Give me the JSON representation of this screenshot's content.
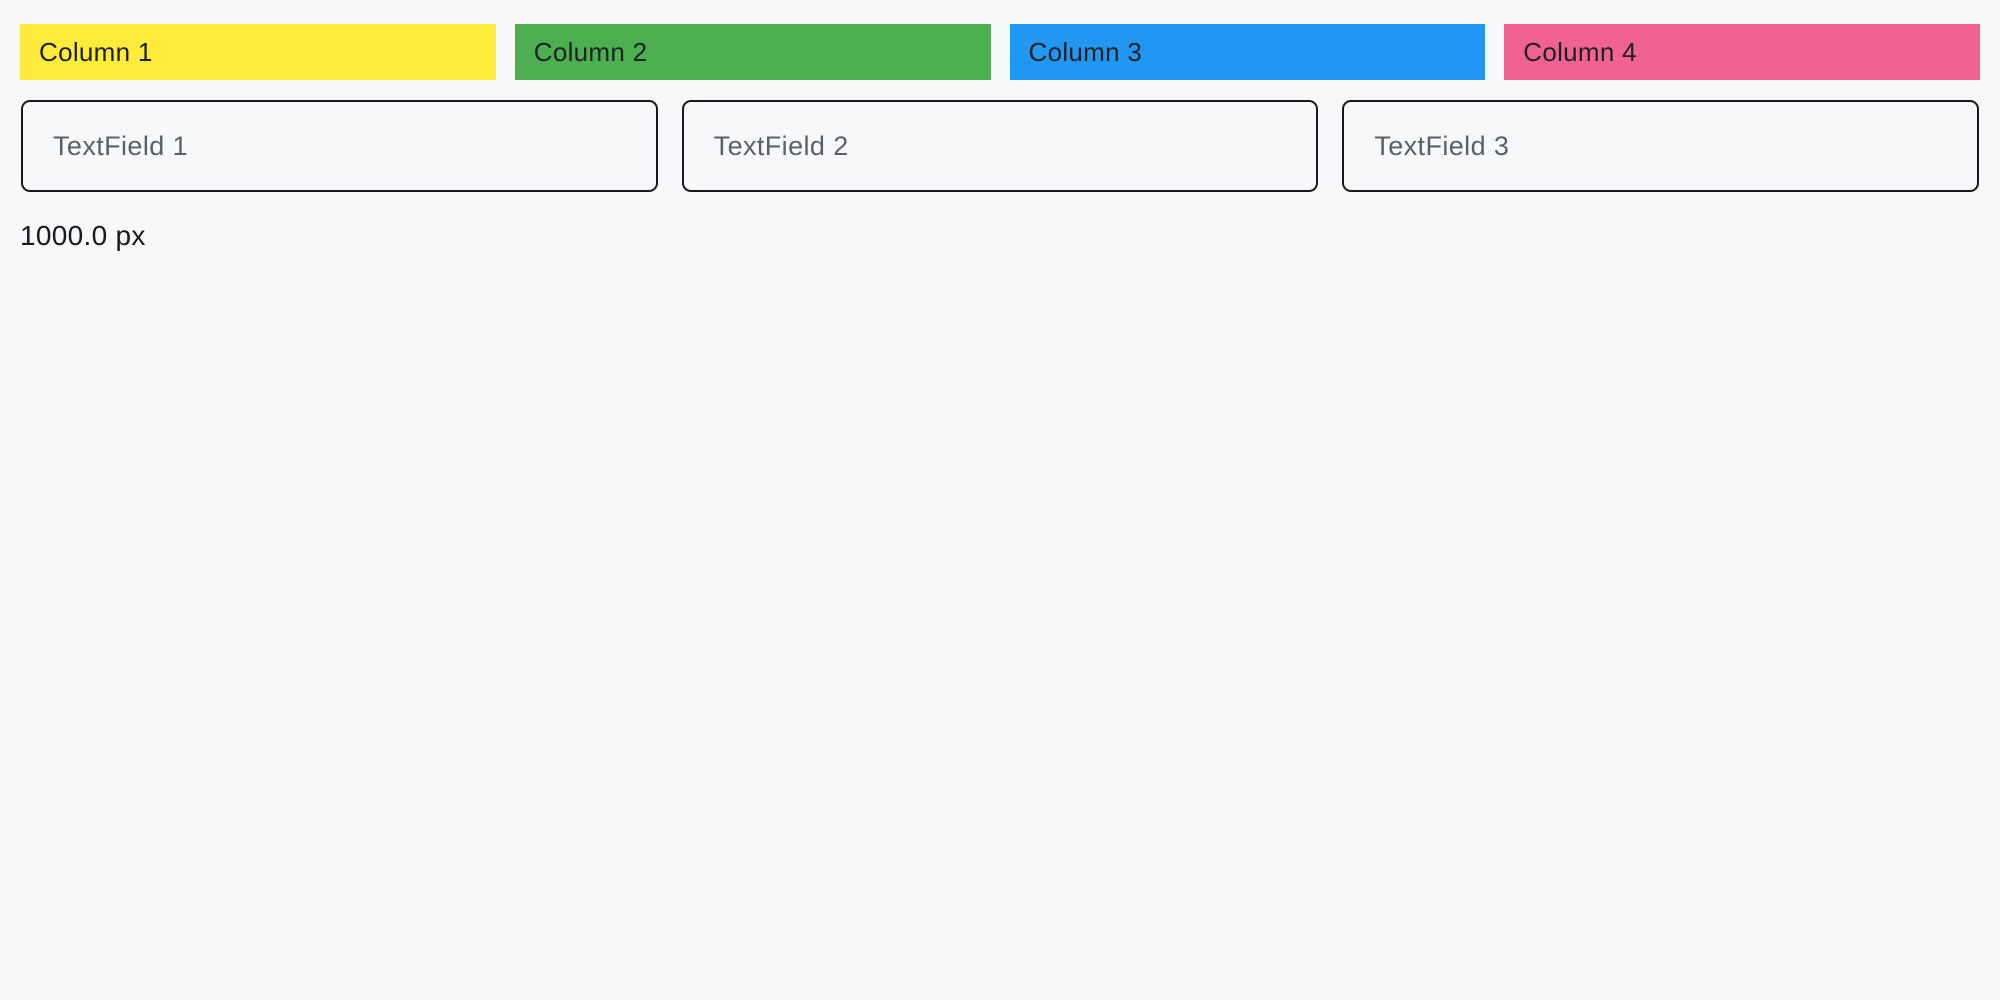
{
  "page": {
    "background": "#f7f8fa",
    "size_label": "1000.0 px"
  },
  "columns": [
    {
      "label": "Column 1",
      "color": "#ffeb3b"
    },
    {
      "label": "Column 2",
      "color": "#4caf50"
    },
    {
      "label": "Column 3",
      "color": "#2196f3"
    },
    {
      "label": "Column 4",
      "color": "#f06292"
    }
  ],
  "text_fields": [
    {
      "placeholder": "TextField 1",
      "value": ""
    },
    {
      "placeholder": "TextField 2",
      "value": ""
    },
    {
      "placeholder": "TextField 3",
      "value": ""
    }
  ]
}
